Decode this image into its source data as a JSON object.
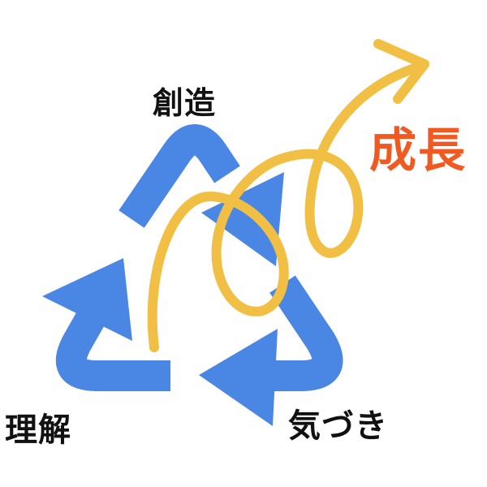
{
  "labels": {
    "create": "創造",
    "understand": "理解",
    "awareness": "気づき",
    "growth": "成長"
  },
  "colors": {
    "cycle_arrows": "#4a86e3",
    "spiral_arrow": "#f2bf45",
    "growth_text": "#f05a22",
    "stage_text": "#111111"
  },
  "icons": {
    "cycle": "recycle-triangle-arrows",
    "spiral": "upward-spiral-arrow"
  }
}
